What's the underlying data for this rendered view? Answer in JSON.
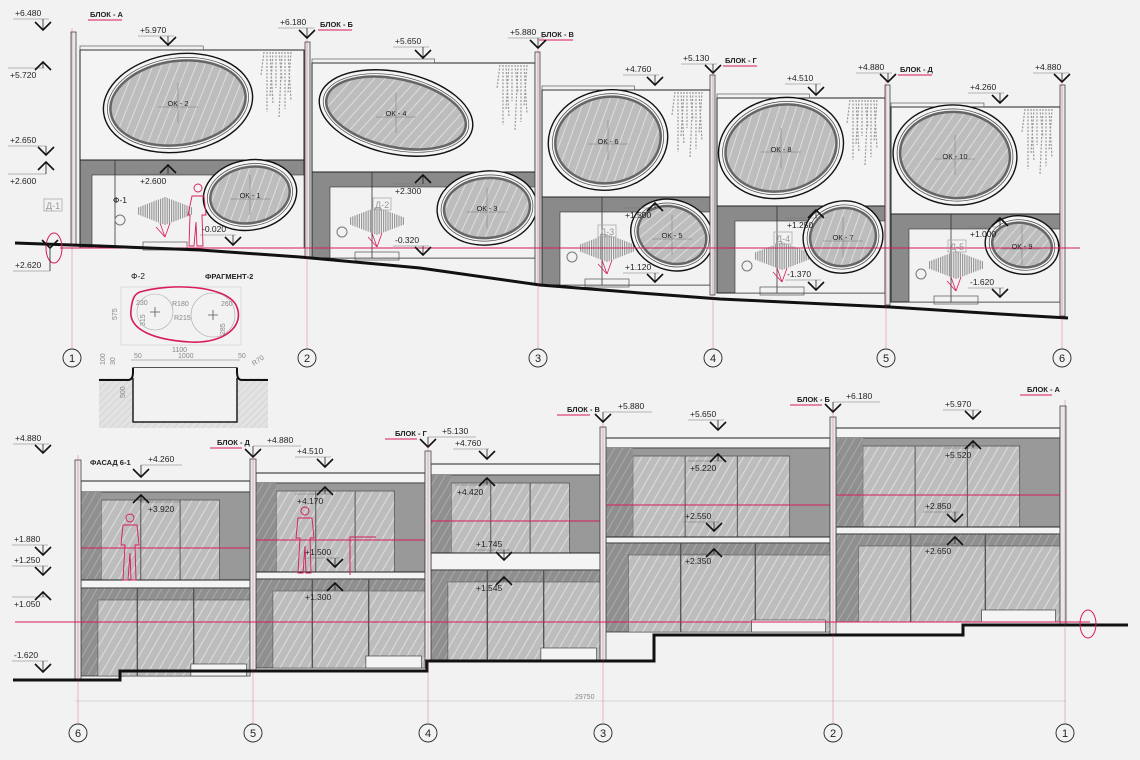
{
  "colors": {
    "accent": "#d81b5a",
    "background": "#f2f2f2",
    "ink": "#111111",
    "wall_grey": "#8a8a8a"
  },
  "top": {
    "blocks": [
      "БЛОК - А",
      "БЛОК - Б",
      "БЛОК - В",
      "БЛОК - Г",
      "БЛОК - Д"
    ],
    "windows": [
      "ОК - 2",
      "ОК - 1",
      "ОК - 4",
      "ОК - 3",
      "ОК - 6",
      "ОК - 5",
      "ОК - 8",
      "ОК - 7",
      "ОК - 10",
      "ОК - 9"
    ],
    "doors": [
      "Д-1",
      "Д-2",
      "Д-3",
      "Д-4",
      "Д-5"
    ],
    "fixtures": [
      "Ф-1",
      "Ф-2"
    ],
    "fragment_title": "ФРАГМЕНТ-2",
    "levels": [
      "+6.480",
      "+5.720",
      "+2.650",
      "+2.600",
      "+2.620",
      "+5.970",
      "+6.180",
      "+5.650",
      "+5.880",
      "+5.130",
      "+4.760",
      "+4.510",
      "+4.880",
      "+4.260",
      "+4.880",
      "+2.600",
      "+2.300",
      "-0.020",
      "-0.320",
      "+1.500",
      "+1.120",
      "+1.250",
      "-1.370",
      "+1.000",
      "-1.620"
    ],
    "axes": [
      "1",
      "2",
      "3",
      "4",
      "5",
      "6"
    ]
  },
  "fragment": {
    "plan_dims": [
      "575",
      "1100",
      "R180",
      "R215",
      "230",
      "315",
      "260",
      "285"
    ],
    "section_dims": [
      "50",
      "1000",
      "50",
      "R70",
      "100",
      "30",
      "500"
    ]
  },
  "bottom": {
    "title": "ФАСАД 6-1",
    "blocks": [
      "БЛОК - Д",
      "БЛОК - Г",
      "БЛОК - В",
      "БЛОК - Б",
      "БЛОК - А"
    ],
    "levels": [
      "+4.880",
      "+4.260",
      "+3.920",
      "+1.880",
      "+1.250",
      "+1.050",
      "-1.620",
      "+4.880",
      "+4.510",
      "+4.170",
      "+1.500",
      "+1.300",
      "+5.130",
      "+4.760",
      "+4.420",
      "+1.745",
      "+1.545",
      "+5.880",
      "+5.650",
      "+5.220",
      "+2.550",
      "+2.350",
      "+6.180",
      "+5.970",
      "+5.520",
      "+2.850",
      "+2.650"
    ],
    "overall_dim": "29750",
    "axes": [
      "6",
      "5",
      "4",
      "3",
      "2",
      "1"
    ]
  }
}
